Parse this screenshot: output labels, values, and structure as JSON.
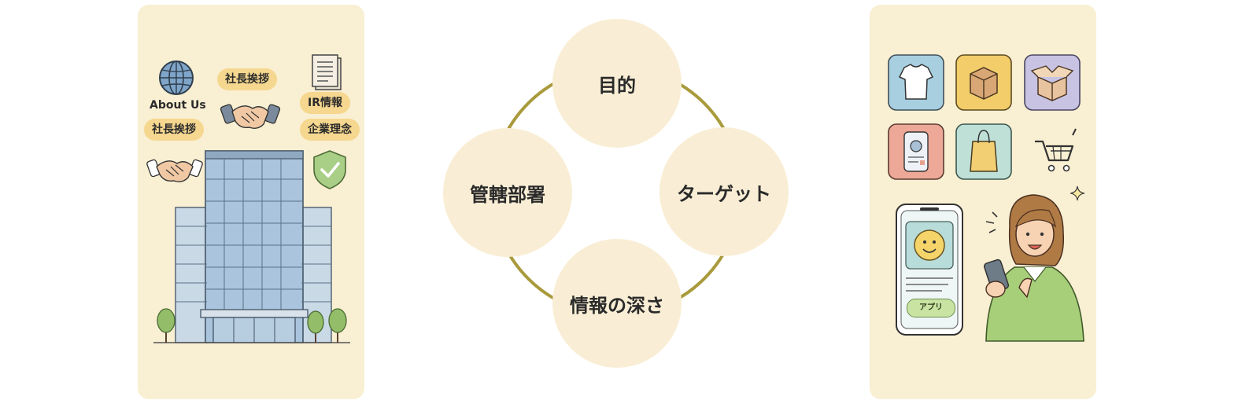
{
  "left_panel": {
    "labels": {
      "about_us": "About Us",
      "greeting_left": "社長挨拶",
      "greeting_top": "社長挨拶",
      "ir_info": "IR情報",
      "philosophy": "企業理念"
    },
    "icons": [
      "globe-icon",
      "handshake-icon",
      "document-icon",
      "shield-check-icon",
      "office-building",
      "tree-icon"
    ]
  },
  "cycle": {
    "nodes": {
      "top": "目的",
      "right": "ターゲット",
      "bottom": "情報の深さ",
      "left": "管轄部署"
    },
    "ring_color": "#a99a3c",
    "node_color": "#f9eed5"
  },
  "right_panel": {
    "app_button": "アプリ",
    "icons": [
      "tshirt-icon",
      "box-icon",
      "open-box-icon",
      "product-package-icon",
      "shopping-bag-icon",
      "shopping-cart-icon",
      "smartphone",
      "smiley-icon",
      "sparkle-icon",
      "woman-with-phone"
    ]
  },
  "colors": {
    "panel_bg": "#f9efd2",
    "pill_bg": "#f6d78f"
  }
}
